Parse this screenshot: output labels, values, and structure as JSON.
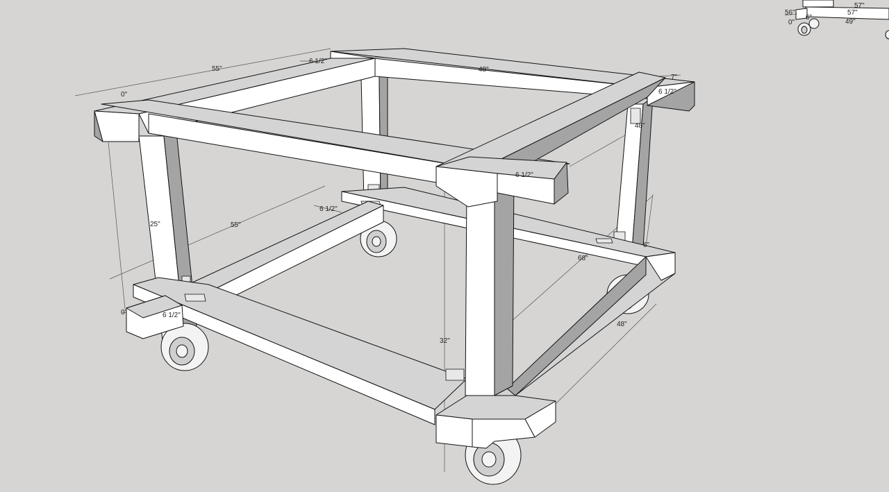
{
  "dimensions": {
    "top_width": "55\"",
    "top_depth": "48\"",
    "beam_end_left": "6 1/2\"",
    "beam_end_right": "7\"",
    "beam_end_right_inner": "6 1/2\"",
    "beam_end_front": "6 1/2\"",
    "origin_top": "0\"",
    "right_leg_height": "48\"",
    "left_leg_height": "25\"",
    "lower_width": "55\"",
    "lower_beam_end": "6 1/2\"",
    "lower_right_height": "6\"",
    "lower_diagonal": "68\"",
    "lower_depth": "48\"",
    "front_leg_height": "32\"",
    "origin_bottom": "0\"",
    "bottom_beam_end": "6 1/2\""
  },
  "thumbnail": {
    "label_57_top": "57\"",
    "label_57_mid": "57\"",
    "label_49": "49\"",
    "label_56": "56\"",
    "label_6": "6\"",
    "label_0": "0\""
  },
  "colors": {
    "background": "#d6d5d3",
    "top_face": "#d4d4d4",
    "front_face": "#ffffff",
    "side_face": "#a4a4a4",
    "edge": "#111111"
  }
}
